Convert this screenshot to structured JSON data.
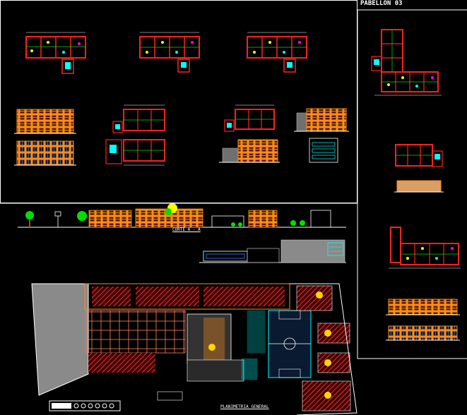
{
  "drawing": {
    "header_label": "PABELLON 03",
    "section_label": "CORTE A - A",
    "site_plan_label": "PLANIMETRIA GENERAL"
  },
  "colors": {
    "background": "#000000",
    "frame": "#ffffff",
    "wall": "#ff2020",
    "hatch": "#ff3030",
    "green": "#00e000",
    "yellow": "#ffff00",
    "cyan": "#00ffff",
    "blue": "#4080ff",
    "orange": "#ff8c1a",
    "grey": "#8a8a8a",
    "magenta": "#ff00ff"
  }
}
